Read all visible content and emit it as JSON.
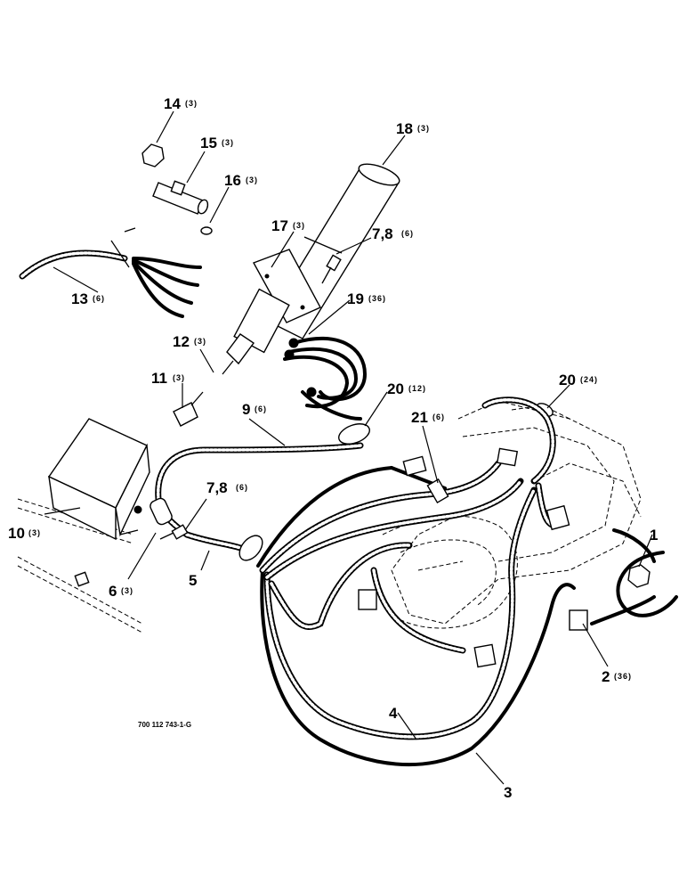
{
  "callouts": [
    {
      "num": "14",
      "qty": "(3)"
    },
    {
      "num": "15",
      "qty": "(3)"
    },
    {
      "num": "16",
      "qty": "(3)"
    },
    {
      "num": "17",
      "qty": "(3)"
    },
    {
      "num": "18",
      "qty": "(3)"
    },
    {
      "num": "7,8",
      "qty": "(6)"
    },
    {
      "num": "19",
      "qty": "(36)"
    },
    {
      "num": "13",
      "qty": "(6)"
    },
    {
      "num": "12",
      "qty": "(3)"
    },
    {
      "num": "11",
      "qty": "(3)"
    },
    {
      "num": "20",
      "qty": "(12)"
    },
    {
      "num": "9",
      "qty": "(6)"
    },
    {
      "num": "21",
      "qty": "(6)"
    },
    {
      "num": "20",
      "qty": "(24)"
    },
    {
      "num": "10",
      "qty": "(3)"
    },
    {
      "num": "7,8",
      "qty": "(6)"
    },
    {
      "num": "6",
      "qty": "(3)"
    },
    {
      "num": "5",
      "qty": ""
    },
    {
      "num": "1",
      "qty": ""
    },
    {
      "num": "2",
      "qty": "(36)"
    },
    {
      "num": "4",
      "qty": ""
    },
    {
      "num": "3",
      "qty": ""
    }
  ],
  "figure_id": "700 112 743-1-G"
}
